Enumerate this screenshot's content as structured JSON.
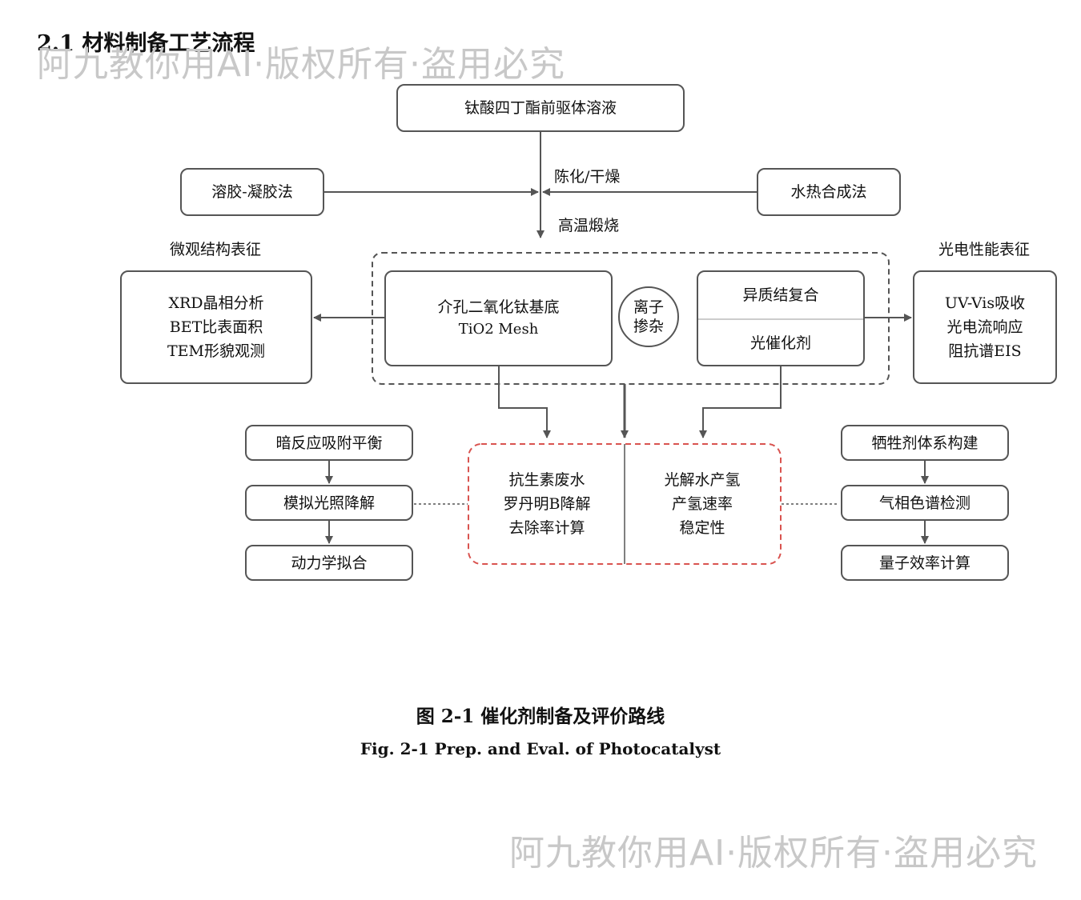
{
  "section_title": "2.1 材料制备工艺流程",
  "watermark": "阿九教你用AI·版权所有·盗用必究",
  "nodes": {
    "precursor": "钛酸四丁酯前驱体溶液",
    "sol_gel": "溶胶-凝胶法",
    "hydrothermal": "水热合成法",
    "aging_label": "陈化/干燥",
    "calcination_label": "高温煅烧",
    "micro_title": "微观结构表征",
    "micro_items": [
      "XRD晶相分析",
      "BET比表面积",
      "TEM形貌观测"
    ],
    "optoelec_title": "光电性能表征",
    "optoelec_items": [
      "UV-Vis吸收",
      "光电流响应",
      "阻抗谱EIS"
    ],
    "substrate_line1": "介孔二氧化钛基底",
    "substrate_line2": "TiO2 Mesh",
    "doping_line1": "离子",
    "doping_line2": "掺杂",
    "hetero_top": "异质结复合",
    "hetero_bottom": "光催化剂",
    "degrade_steps": [
      "暗反应吸附平衡",
      "模拟光照降解",
      "动力学拟合"
    ],
    "degrade_center": [
      "抗生素废水",
      "罗丹明B降解",
      "去除率计算"
    ],
    "h2_center": [
      "光解水产氢",
      "产氢速率",
      "稳定性"
    ],
    "h2_steps": [
      "牺牲剂体系构建",
      "气相色谱检测",
      "量子效率计算"
    ]
  },
  "caption_cn": "图 2-1 催化剂制备及评价路线",
  "caption_en": "Fig. 2-1 Prep. and Eval. of Photocatalyst",
  "colors": {
    "line": "#555555",
    "dashed_group": "#555555",
    "red_dashed": "#d9534f",
    "watermark": "#c8c8c8"
  }
}
